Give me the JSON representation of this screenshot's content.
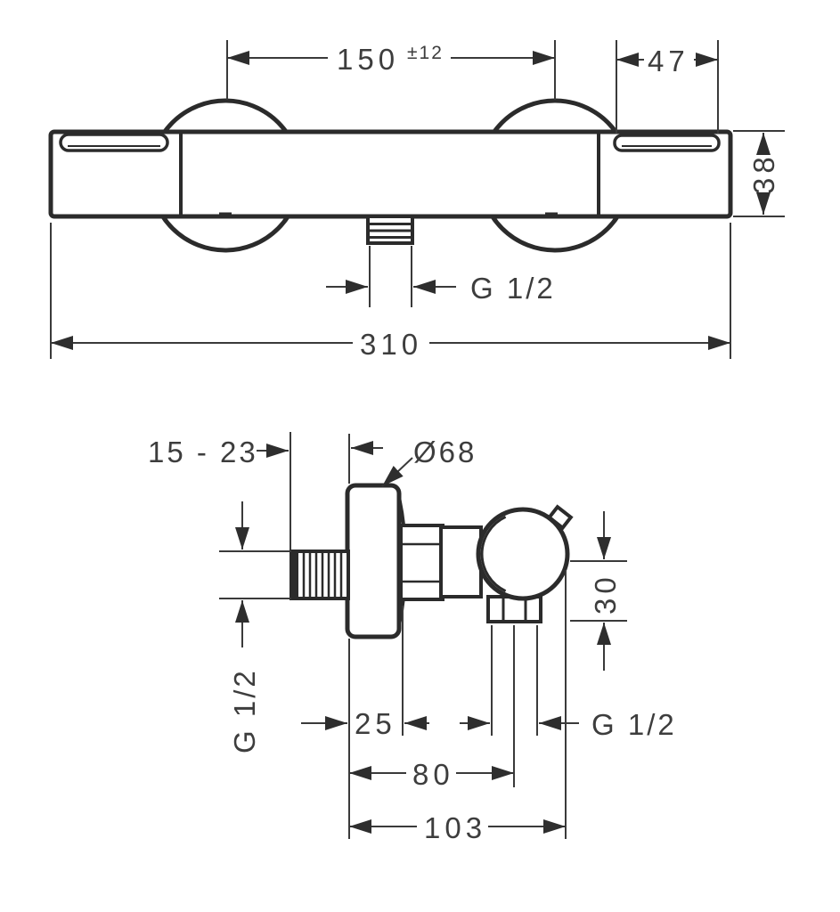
{
  "colors": {
    "background": "#ffffff",
    "line": "#2b2b2b",
    "text": "#3d3d3d"
  },
  "top_view": {
    "dim_between_connections": "150",
    "dim_tolerance": "±12",
    "dim_grip_length": "47",
    "dim_body_height": "38",
    "dim_outlet_thread": "G 1/2",
    "dim_total_width": "310"
  },
  "side_view": {
    "dim_wall_range": "15 - 23",
    "dim_escutcheon_diameter": "Ø68",
    "dim_outlet_drop": "30",
    "dim_supply_thread": "G 1/2",
    "dim_wall_to_nut": "25",
    "dim_outlet_thread": "G 1/2",
    "dim_wall_to_outlet_center": "80",
    "dim_total_depth": "103"
  }
}
